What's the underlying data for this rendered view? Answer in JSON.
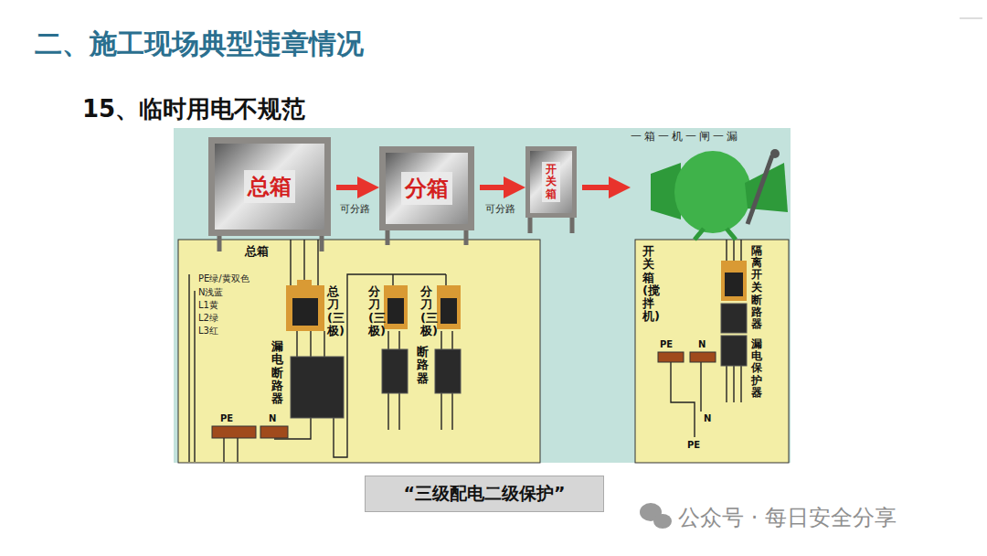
{
  "diagram": {
    "title": "二、施工现场典型违章情况",
    "caption": "“三级配电二级保护”",
    "nodes": [
      {
        "text": [
          "总箱"
        ]
      },
      {
        "text": [
          "分箱"
        ]
      },
      {
        "text": [
          "开关箱"
        ]
      },
      {
        "text": [
          "一箱一机一闸一漏"
        ]
      },
      {
        "text": [
          "15、临时用电不规范"
        ]
      }
    ],
    "edges": [
      {
        "from": 0,
        "to": 1,
        "label": "可分路",
        "arrow": "to"
      },
      {
        "from": 1,
        "to": 2,
        "label": "可分路",
        "arrow": "to"
      },
      {
        "from": 2,
        "to": 3,
        "arrow": "to"
      }
    ],
    "labels": [
      "总箱",
      "PE绿/黄双色",
      "N浅蓝",
      "L1黄",
      "L2绿",
      "L3红",
      "总刀(三极)",
      "漏电断路器",
      "分刀(三极)",
      "分刀(三极)",
      "断路器",
      "PE",
      "N",
      "开关箱(搅拌机)",
      "隔离开关",
      "断路器",
      "漏电保护器",
      "PE",
      "N",
      "N",
      "PE",
      "公众号 · 每日安全分享"
    ]
  }
}
